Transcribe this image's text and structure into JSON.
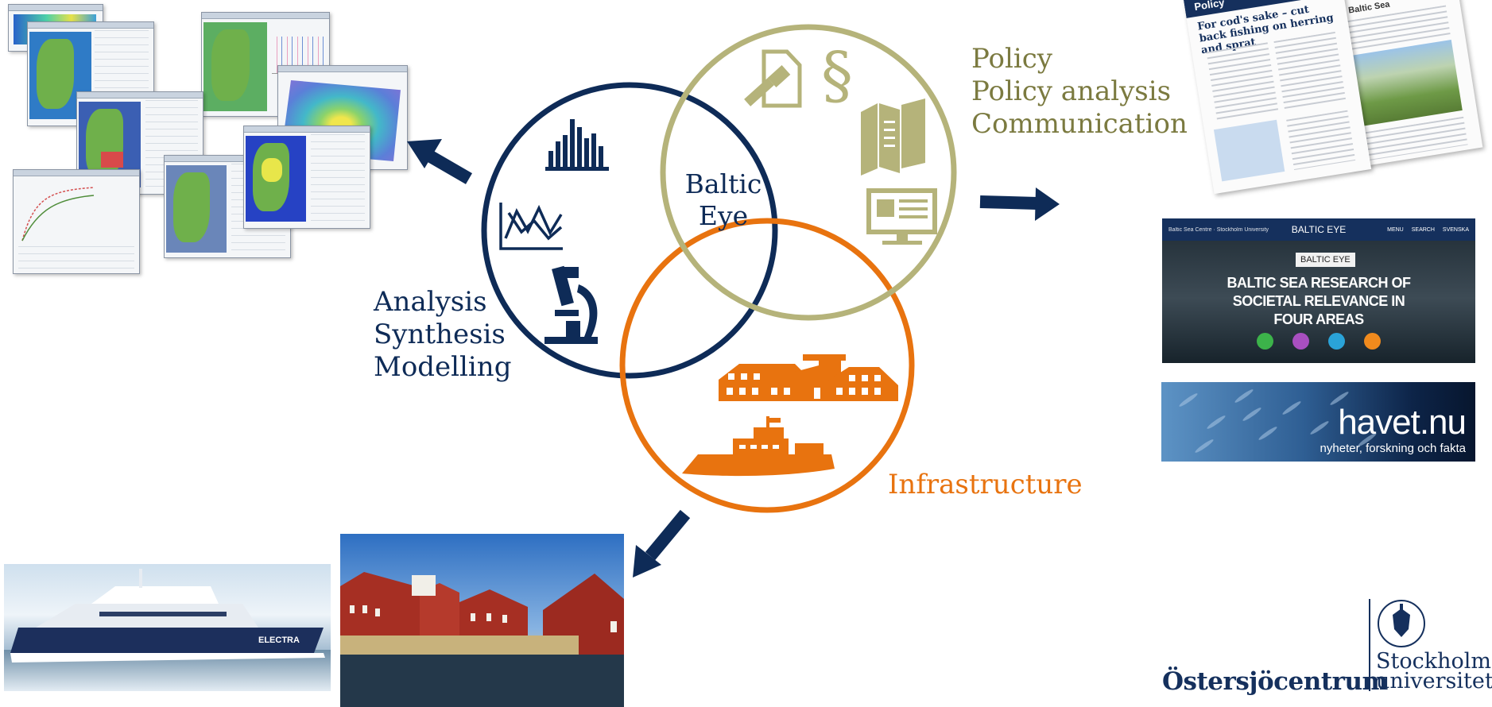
{
  "diagram": {
    "center_label": [
      "Baltic",
      "Eye"
    ],
    "analysis_labels": [
      "Analysis",
      "Synthesis",
      "Modelling"
    ],
    "policy_labels": [
      "Policy",
      "Policy analysis",
      "Communication"
    ],
    "infrastructure_label": "Infrastructure",
    "colors": {
      "analysis": "#0e2b57",
      "policy": "#b5b37a",
      "policy_text": "#7b7a40",
      "infrastructure": "#e8730f"
    },
    "icons": {
      "analysis": [
        "bar-chart-icon",
        "line-chart-icon",
        "microscope-icon"
      ],
      "policy": [
        "document-gavel-icon",
        "section-sign-icon",
        "brochure-icon",
        "monitor-icon"
      ],
      "infrastructure": [
        "research-station-icon",
        "research-vessel-icon"
      ]
    },
    "section_symbol": "§"
  },
  "newsletter": {
    "headline": "For cod's sake – cut back fishing on herring and sprat",
    "tab_left": "Policy",
    "tab_right": "Baltic Sea"
  },
  "website": {
    "site_title": "BALTIC EYE",
    "left_nav": "Baltic Sea Centre · Stockholm University",
    "nav_items": [
      "MENU",
      "SEARCH",
      "SVENSKA"
    ],
    "badge": "BALTIC EYE",
    "headline": [
      "BALTIC SEA RESEARCH OF",
      "SOCIETAL RELEVANCE IN",
      "FOUR AREAS"
    ],
    "area_colors": [
      "#3cb34a",
      "#a84fc0",
      "#2aa3d8",
      "#f08a1d"
    ]
  },
  "havet": {
    "brand": "havet.nu",
    "tagline": "nyheter, forskning och fakta"
  },
  "ship_photo": {
    "ship_name": "ELECTRA"
  },
  "logos": {
    "baltic_centre": "Östersjöcentrum",
    "university": [
      "Stockholms",
      "universitet"
    ]
  }
}
